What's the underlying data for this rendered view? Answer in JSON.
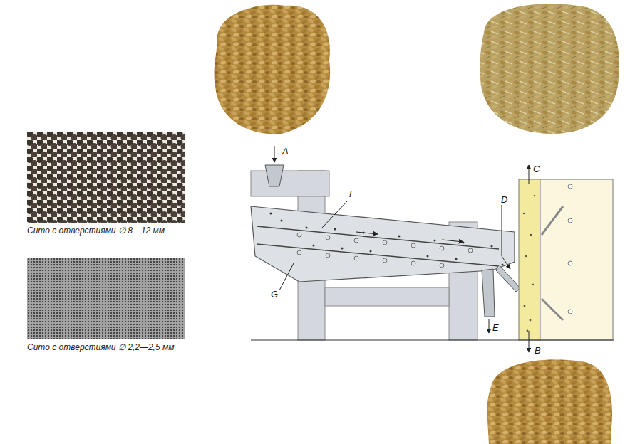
{
  "diagram": {
    "nodes": [
      {
        "text": [
          "Сито с отверстиями ∅ 8—12 мм"
        ]
      },
      {
        "text": [
          "Сито с отверстиями ∅ 2,2—2,5 мм"
        ]
      }
    ],
    "labels": [
      "A",
      "F",
      "D",
      "C",
      "G",
      "E",
      "B"
    ]
  }
}
